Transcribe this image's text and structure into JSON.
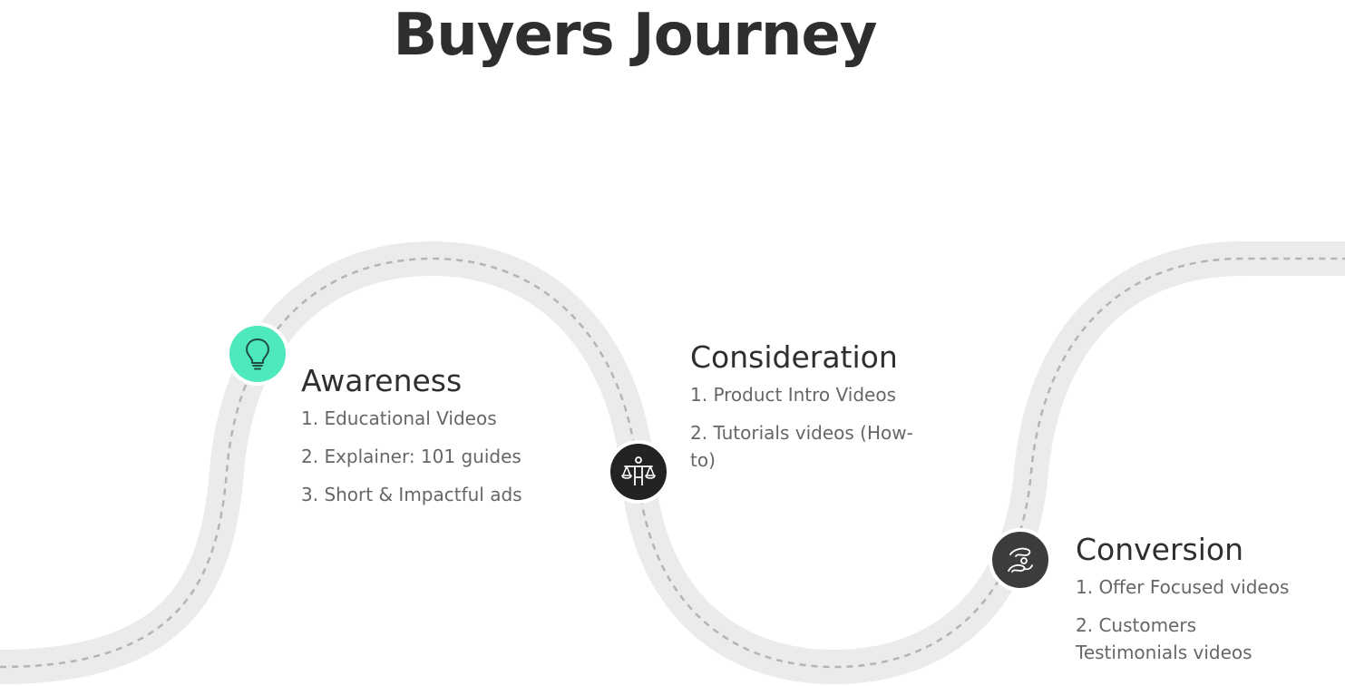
{
  "title": "Buyers Journey",
  "colors": {
    "road": "#ebebeb",
    "dash": "#b4b4b4",
    "awareness_node": "#4de8bc",
    "consideration_node": "#232323",
    "conversion_node": "#3c3c3c"
  },
  "stages": [
    {
      "name": "Awareness",
      "icon": "lightbulb-icon",
      "items": [
        "1. Educational Videos",
        "2. Explainer: 101 guides",
        "3. Short & Impactful ads"
      ]
    },
    {
      "name": "Consideration",
      "icon": "balance-scale-icon",
      "items": [
        "1. Product Intro Videos",
        "2. Tutorials videos (How-to)"
      ]
    },
    {
      "name": "Conversion",
      "icon": "handshake-icon",
      "items": [
        "1. Offer Focused videos",
        "2. Customers Testimonials videos"
      ]
    }
  ]
}
